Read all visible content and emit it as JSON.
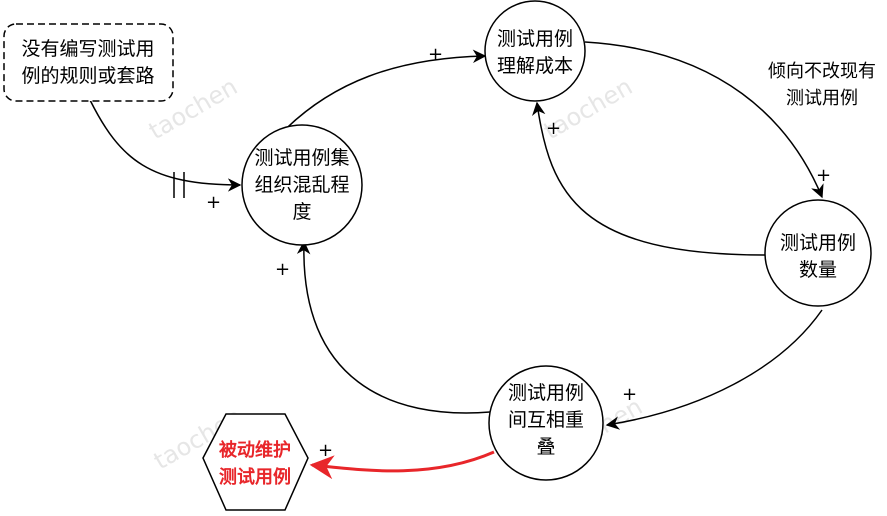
{
  "nodes": {
    "no_rules": {
      "lines": [
        "没有编写测试用",
        "例的规则或套路"
      ]
    },
    "chaos": {
      "lines": [
        "测试用例集",
        "组织混乱程",
        "度"
      ]
    },
    "understand_cost": {
      "lines": [
        "测试用例",
        "理解成本"
      ]
    },
    "count": {
      "lines": [
        "测试用例",
        "数量"
      ]
    },
    "overlap": {
      "lines": [
        "测试用例",
        "间互相重",
        "叠"
      ]
    },
    "passive_maintain": {
      "lines": [
        "被动维护",
        "测试用例"
      ]
    }
  },
  "edge_labels": {
    "tendency": [
      "倾向不改现有",
      "测试用例"
    ]
  },
  "polarity": "+",
  "watermark": "taochen",
  "colors": {
    "stroke": "#000000",
    "highlight": "#e8262a",
    "watermark": "#e6e6e6"
  }
}
